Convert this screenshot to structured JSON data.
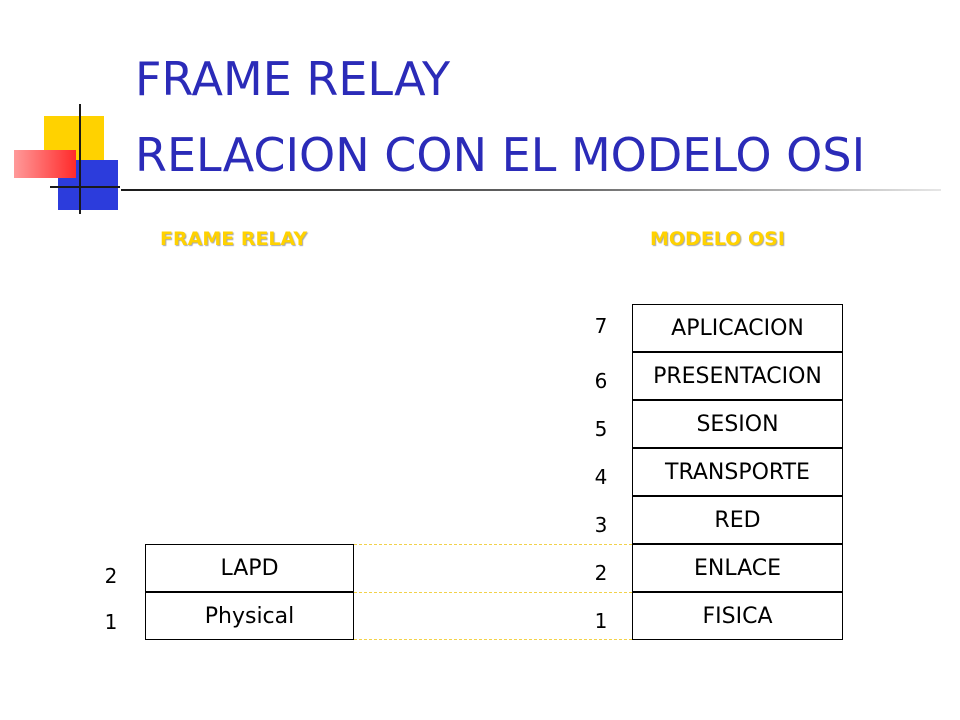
{
  "title": {
    "line1": "FRAME RELAY",
    "line2": "RELACION CON EL MODELO OSI"
  },
  "columns": {
    "frame_relay_heading": "FRAME RELAY",
    "osi_heading": "MODELO OSI"
  },
  "osi_layers": [
    {
      "number": "7",
      "name": "APLICACION"
    },
    {
      "number": "6",
      "name": "PRESENTACION"
    },
    {
      "number": "5",
      "name": "SESION"
    },
    {
      "number": "4",
      "name": "TRANSPORTE"
    },
    {
      "number": "3",
      "name": "RED"
    },
    {
      "number": "2",
      "name": "ENLACE"
    },
    {
      "number": "1",
      "name": "FISICA"
    }
  ],
  "frame_relay_layers": [
    {
      "number": "2",
      "name": "LAPD"
    },
    {
      "number": "1",
      "name": "Physical"
    }
  ],
  "colors": {
    "title": "#2b2bb8",
    "heading": "#ffd200",
    "dashed_link": "#f2d24a"
  }
}
